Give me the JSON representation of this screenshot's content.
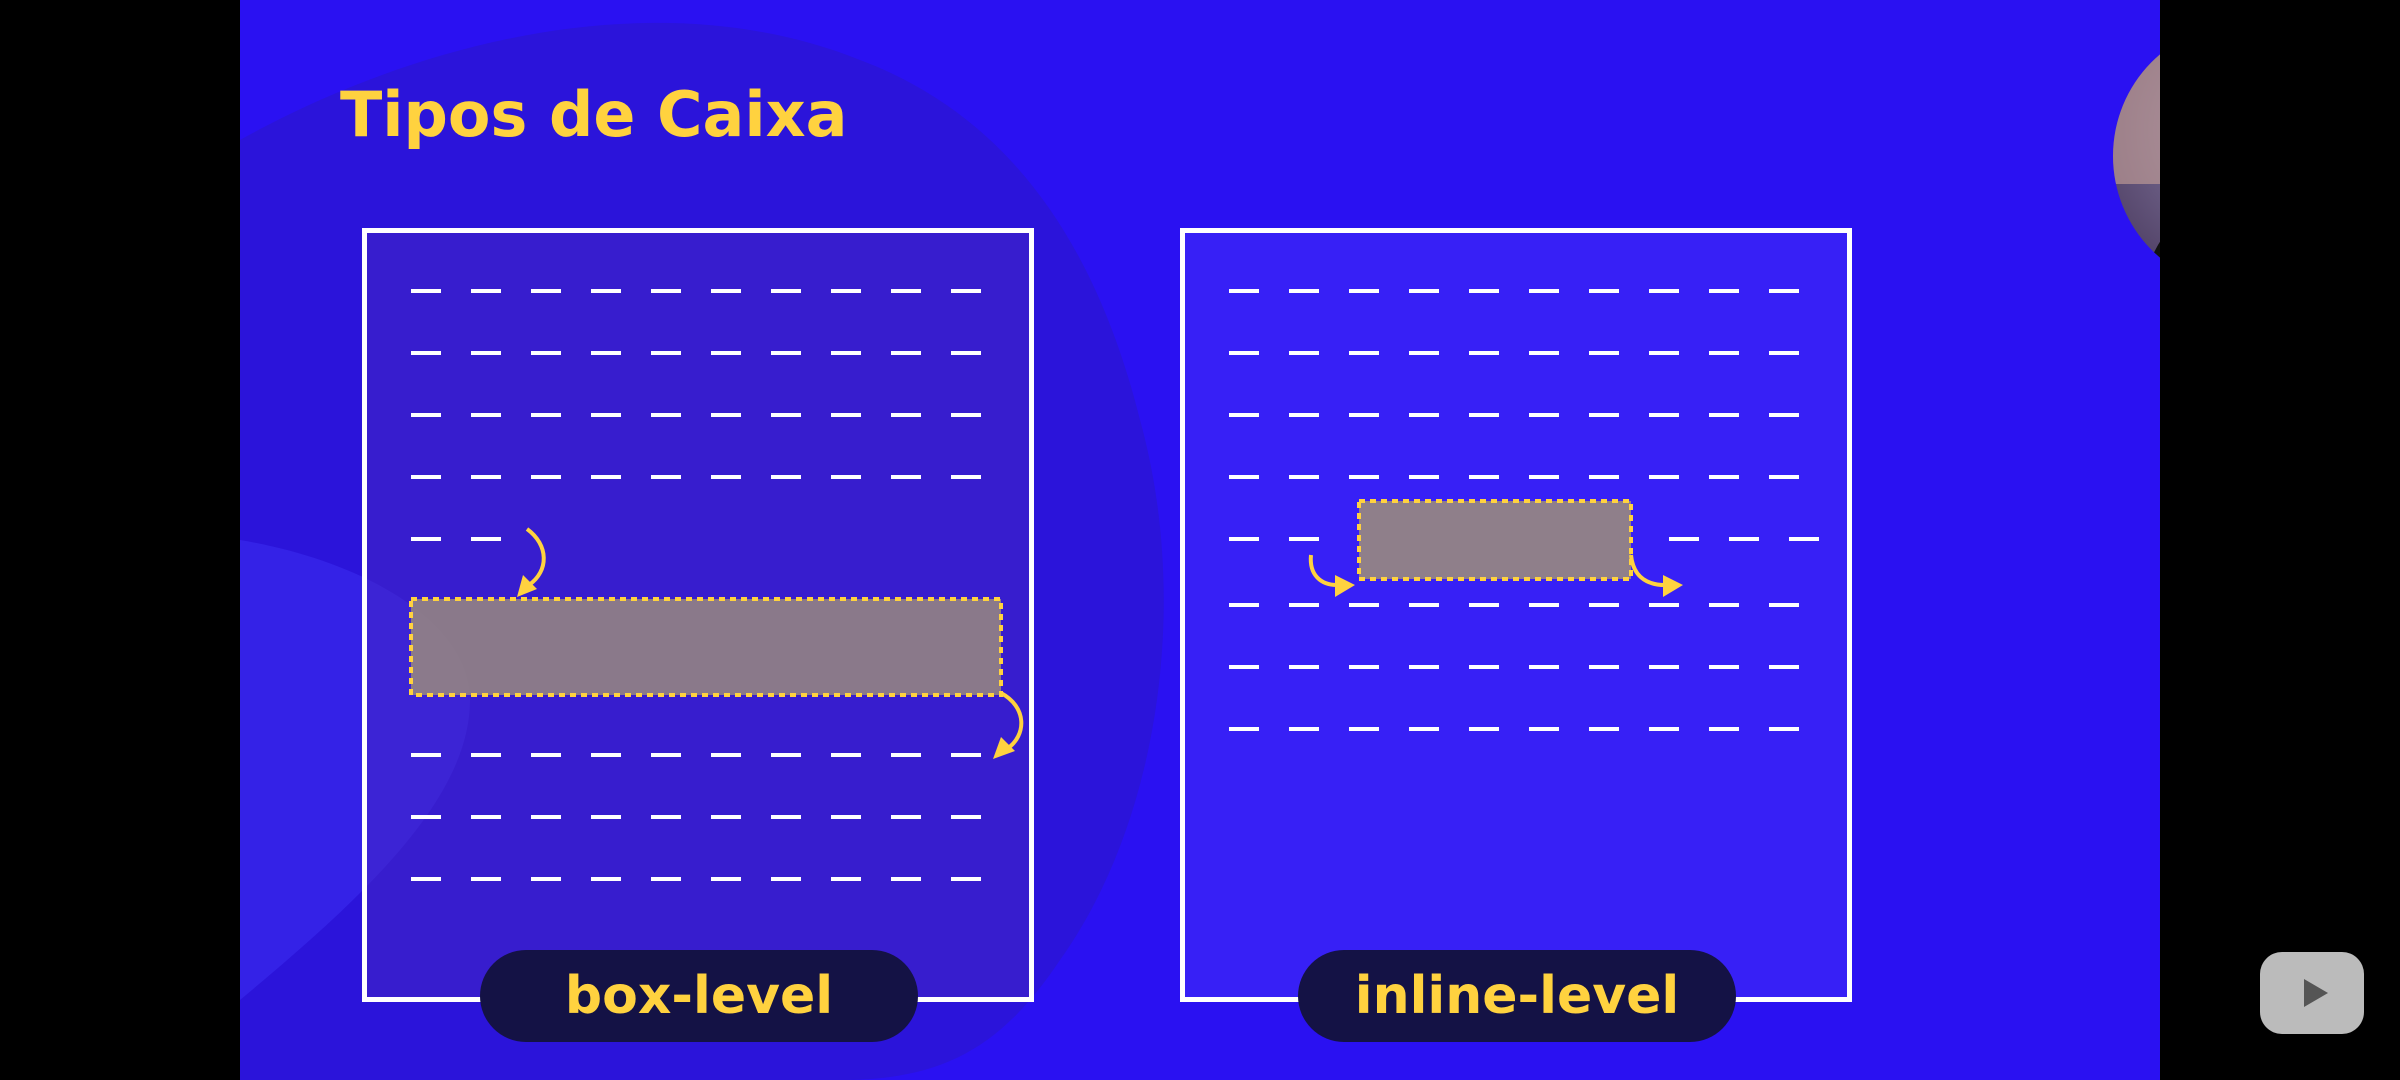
{
  "slide": {
    "title": "Tipos de Caixa",
    "colors": {
      "background": "#2a11f2",
      "accent_yellow": "#ffd23f",
      "panel_border": "#ffffff",
      "pill_background": "#141245",
      "highlight_box": "#998a7e"
    }
  },
  "panels": [
    {
      "id": "box-level-panel",
      "label": "box-level"
    },
    {
      "id": "inline-level-panel",
      "label": "inline-level"
    }
  ],
  "overlay": {
    "webcam": {
      "icon": "presenter-webcam"
    },
    "player_button": {
      "icon": "play-icon"
    }
  }
}
